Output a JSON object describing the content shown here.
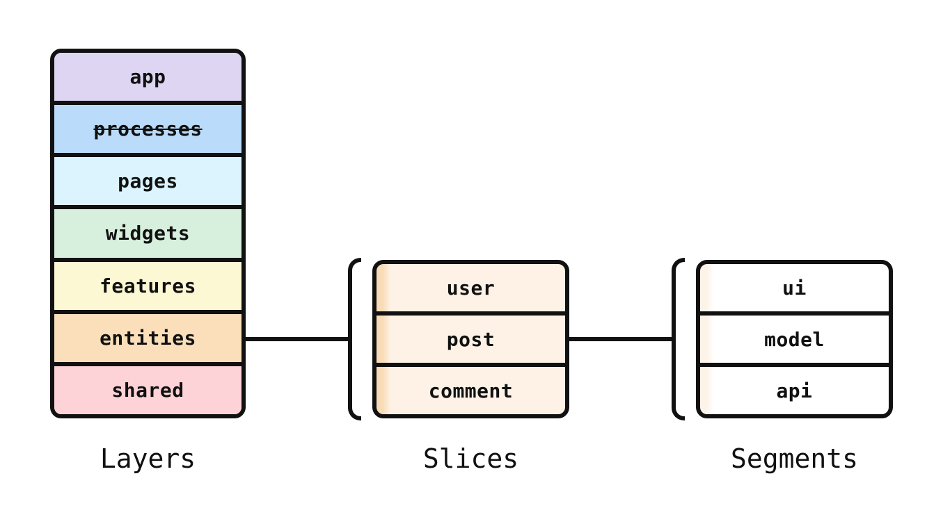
{
  "canvas": {
    "background": "#ffffff",
    "ink": "#111111"
  },
  "layers": {
    "caption": "Layers",
    "items": [
      {
        "label": "app",
        "color": "#ddd5f2",
        "deprecated": false
      },
      {
        "label": "processes",
        "color": "#badcfa",
        "deprecated": true
      },
      {
        "label": "pages",
        "color": "#dbf4fd",
        "deprecated": false
      },
      {
        "label": "widgets",
        "color": "#d7f0dd",
        "deprecated": false
      },
      {
        "label": "features",
        "color": "#fcf8d3",
        "deprecated": false
      },
      {
        "label": "entities",
        "color": "#fadfba",
        "deprecated": false
      },
      {
        "label": "shared",
        "color": "#fdd3d8",
        "deprecated": false
      }
    ]
  },
  "slices": {
    "caption": "Slices",
    "body_color": "#fdf2e5",
    "strip_color": "#f8dcb7",
    "items": [
      {
        "label": "user"
      },
      {
        "label": "post"
      },
      {
        "label": "comment"
      }
    ]
  },
  "segments": {
    "caption": "Segments",
    "body_color": "#ffffff",
    "strip_color": "#fdf3e8",
    "items": [
      {
        "label": "ui"
      },
      {
        "label": "model"
      },
      {
        "label": "api"
      }
    ]
  }
}
